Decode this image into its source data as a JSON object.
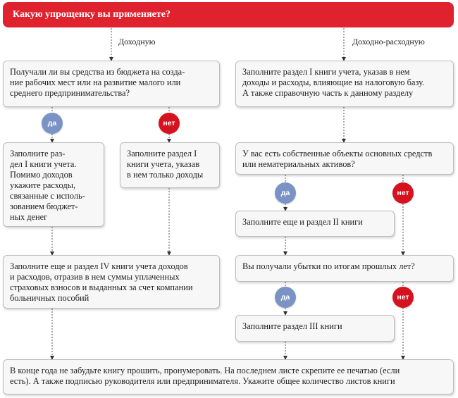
{
  "header": {
    "title": "Какую упрощенку вы применяете?"
  },
  "branches": {
    "left": "Доходную",
    "right": "Доходно-расходную"
  },
  "badges": {
    "yes": "да",
    "no": "нет"
  },
  "boxes": {
    "q_budget": "Получали ли вы средства из бюджета на созда-\nние рабочих мест или на развитие малого или\nсреднего предпринимательства?",
    "fill_sec1_income_expense": "Заполните раздел I книги учета, указав в нем\nдоходы и расходы, влияющие на налоговую базу.\nА также справочную часть к данному разделу",
    "fill_sec1_with_expenses": "Заполните раз-\nдел I книги учета.\nПомимо доходов\nукажите расходы,\nсвязанные с исполь-\nзованием бюджет-\nных денег",
    "fill_sec1_income_only": "Заполните раздел I\nкниги учета, указав\nв нем только доходы",
    "q_fixed_assets": "У вас есть собственные объекты основных средств\nили нематериальных активов?",
    "fill_sec2": "Заполните еще и раздел II книги",
    "fill_sec4": "Заполните еще и раздел IV книги учета доходов\nи расходов, отразив в нем суммы уплаченных\nстраховых взносов и выданных за счет компании\nбольничных пособий",
    "q_losses": "Вы получали убытки по итогам прошлых лет?",
    "fill_sec3": "Заполните раздел III книги",
    "final": "В конце года не забудьте книгу прошить, пронумеровать. На последнем листе скрепите ее печатью (если\nесть). А также подписью руководителя или предпринимателя. Укажите общее количество листов книги"
  },
  "colors": {
    "accent_red": "#e0212e",
    "yes_badge": "#7b93c4",
    "no_badge": "#d6121f",
    "box_bg": "#f7f7f7"
  }
}
